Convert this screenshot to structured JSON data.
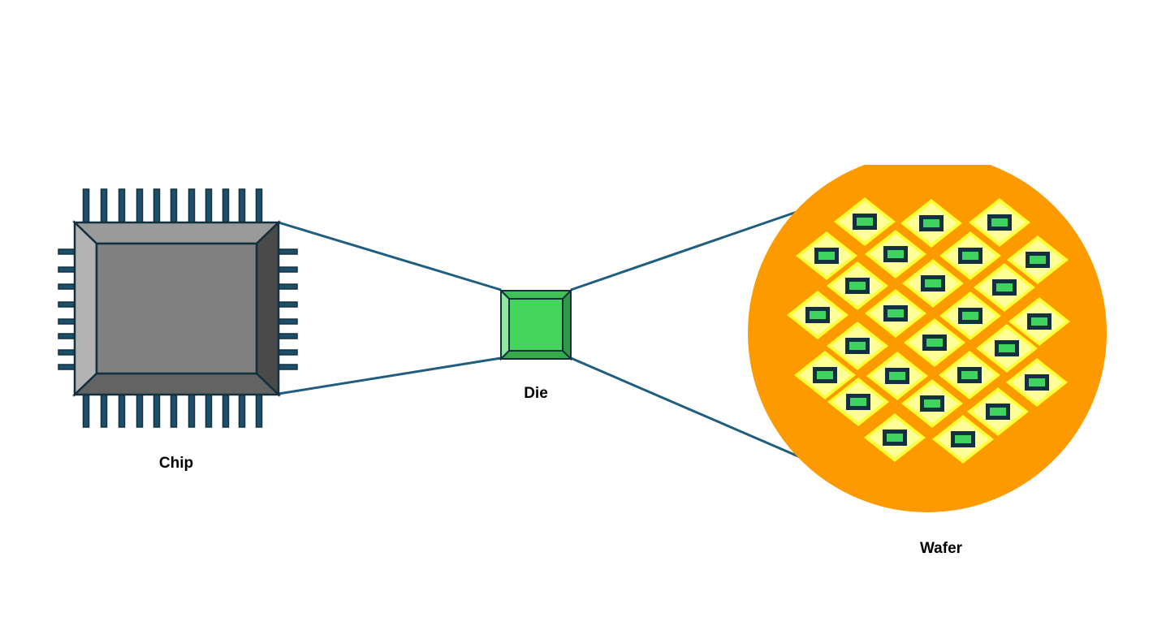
{
  "labels": {
    "chip": "Chip",
    "die": "Die",
    "wafer": "Wafer"
  },
  "colors": {
    "connector": "#1f5e7e",
    "pin": "#1c4f6a",
    "outline": "#13303f",
    "chip_top": "#9a9a9a",
    "chip_left": "#b3b3b3",
    "chip_right": "#4a4a4a",
    "chip_bottom": "#636363",
    "chip_face": "#808080",
    "die_face": "#45d45e",
    "die_top": "#3ec256",
    "die_left": "#8fe69e",
    "die_right": "#2e9a43",
    "die_bottom": "#35ab4b",
    "wafer": "#fd9a00",
    "tile_outer": "#ffff33",
    "tile_inner": "#ffff99",
    "mini_die": "#3ed45f"
  }
}
